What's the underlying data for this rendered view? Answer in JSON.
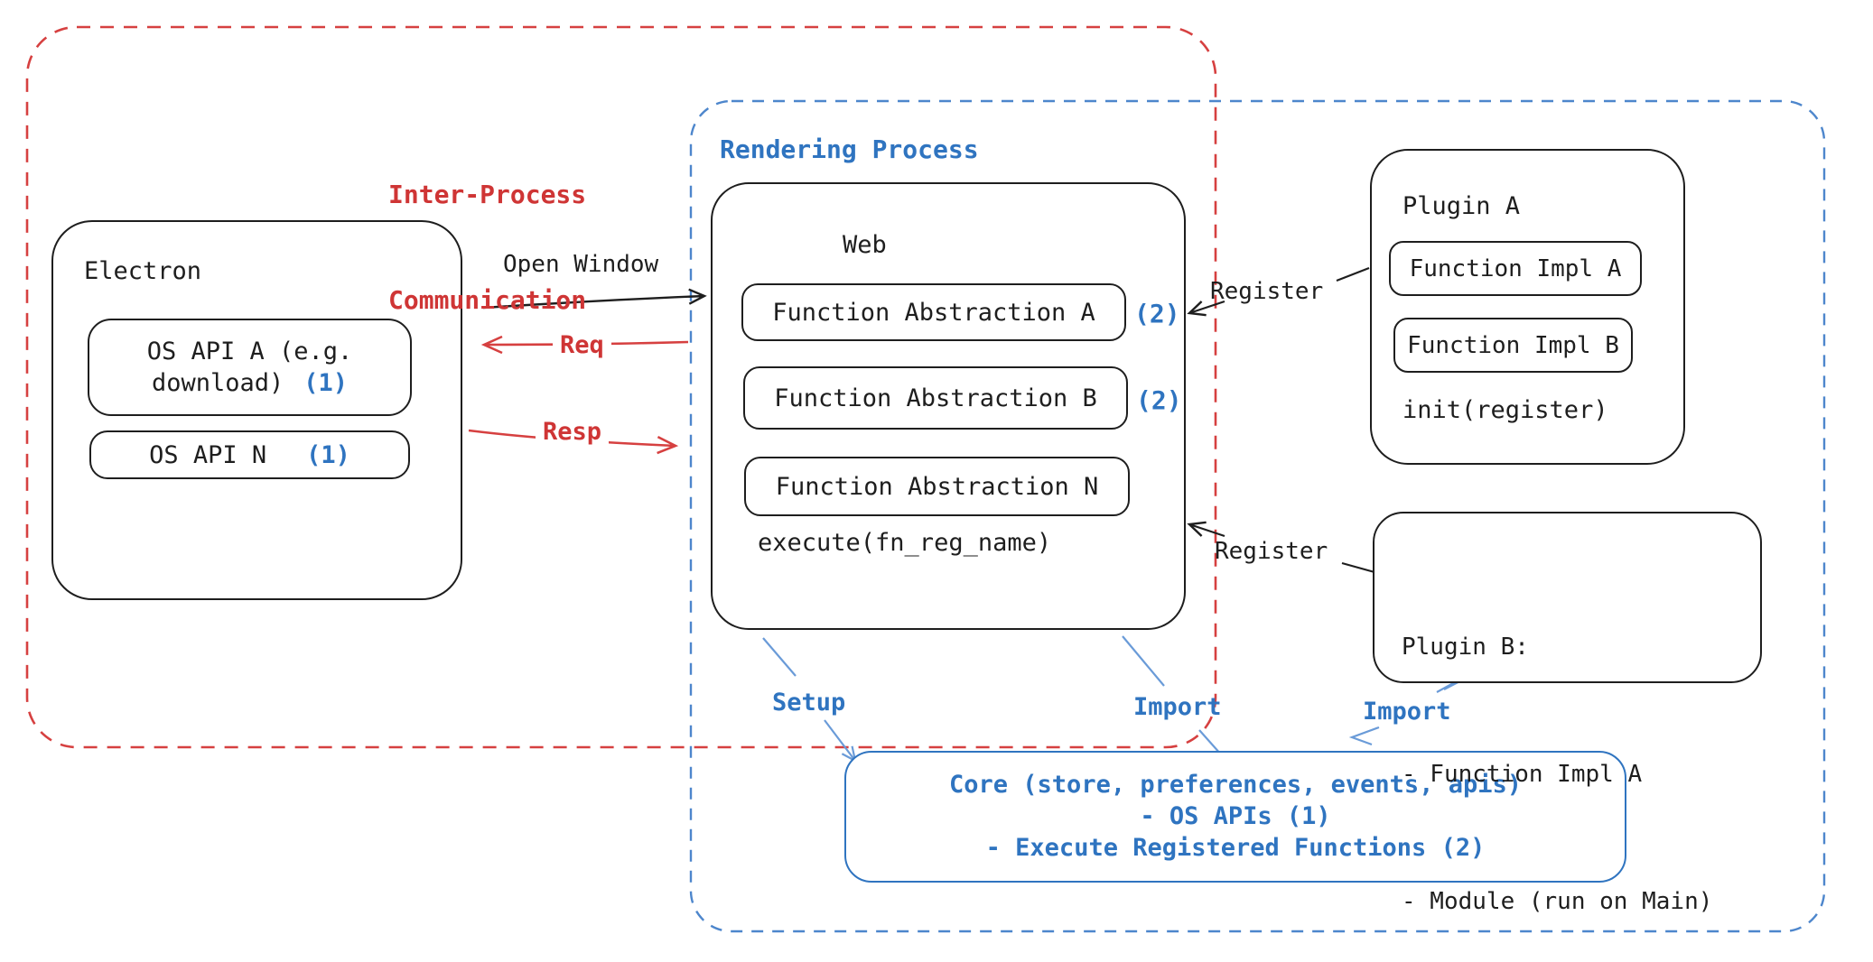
{
  "ipc_group": {
    "label_line1": "Inter-Process",
    "label_line2": "Communication"
  },
  "rendering_group": {
    "label": "Rendering Process"
  },
  "electron": {
    "title": "Electron",
    "os_api_a": {
      "line1": "OS API A (e.g.",
      "line2": "download)",
      "badge": "(1)"
    },
    "os_api_n": {
      "text": "OS API N",
      "badge": "(1)"
    }
  },
  "web": {
    "title": "Web",
    "fa_a": {
      "text": "Function Abstraction A",
      "badge": "(2)"
    },
    "fa_b": {
      "text": "Function Abstraction B",
      "badge": "(2)"
    },
    "fa_n": {
      "text": "Function Abstraction N"
    },
    "execute": "execute(fn_reg_name)"
  },
  "plugin_a": {
    "title": "Plugin A",
    "impl_a": "Function Impl A",
    "impl_b": "Function Impl B",
    "init": "init(register)"
  },
  "plugin_b": {
    "line1": "Plugin B:",
    "line2": "- Function Impl A",
    "line3": "- Module (run on Main)"
  },
  "core": {
    "line1": "Core (store, preferences, events, apis)",
    "line2": "- OS APIs (1)",
    "line3": "- Execute Registered Functions (2)"
  },
  "labels": {
    "open_window": "Open Window",
    "req": "Req",
    "resp": "Resp",
    "register_top": "Register",
    "register_bottom": "Register",
    "setup": "Setup",
    "import_mid": "Import",
    "import_right": "Import"
  },
  "colors": {
    "ink": "#1e1e1e",
    "red_stroke": "#d64040",
    "red_text": "#cf3535",
    "blue_text": "#2f74c0",
    "blue_dash": "#4d86cc",
    "blue_arrow": "#6a9bd8"
  }
}
